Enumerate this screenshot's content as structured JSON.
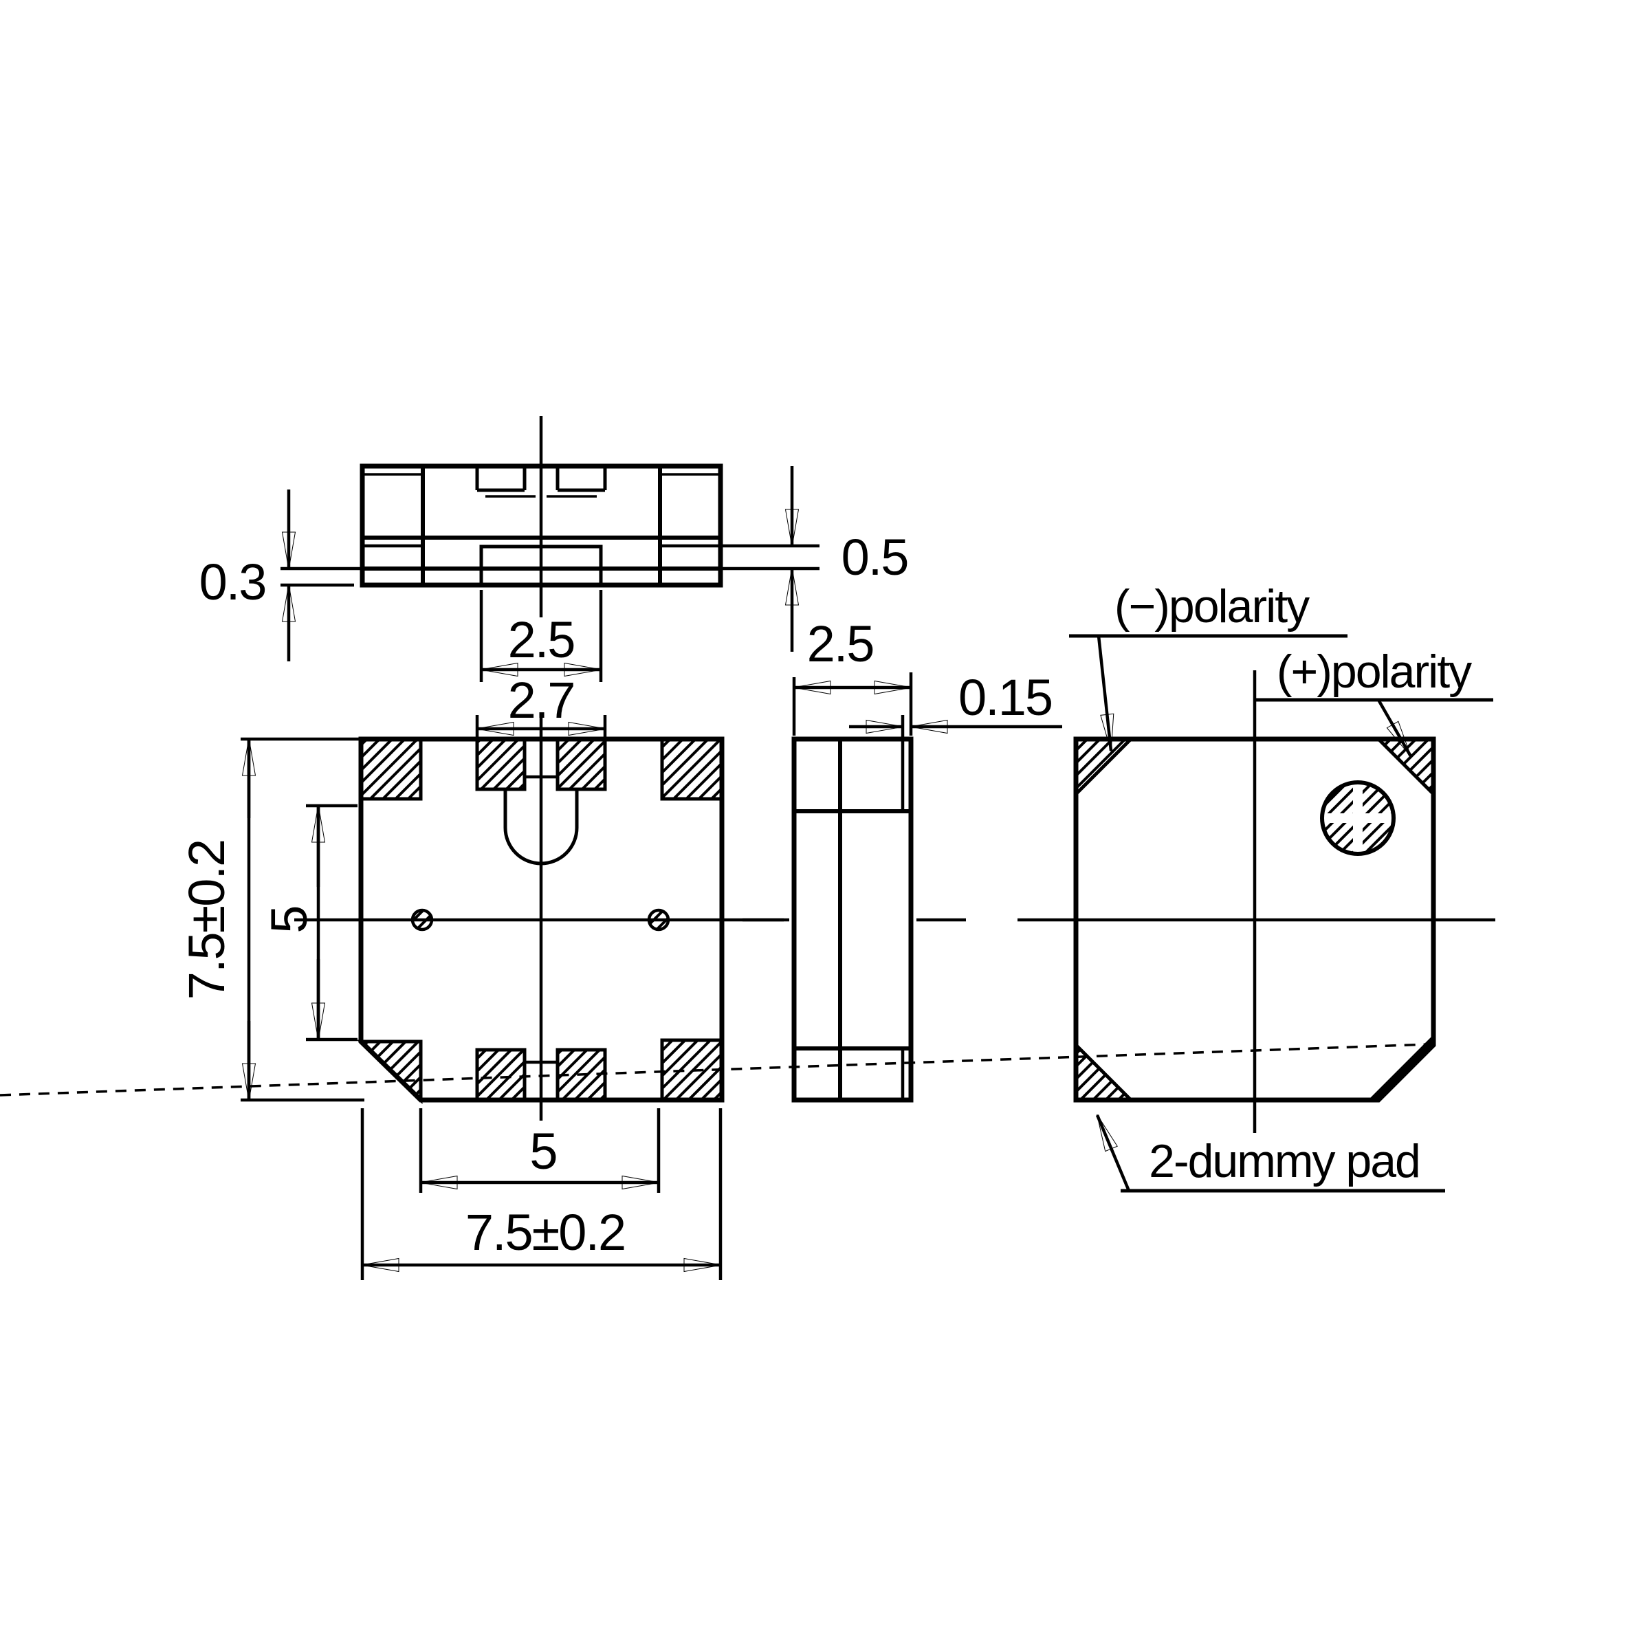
{
  "page": {
    "background": "#ffffff",
    "ink": "#000000",
    "description": "SMD buzzer package dimension drawing with four orthographic views"
  },
  "side_section_view": {
    "dim_pad_protrusion": "0.3",
    "dim_terminal_wrap_height": "0.5",
    "dim_center_pad_width": "2.5"
  },
  "bottom_view": {
    "dim_center_pad_group_width": "2.7",
    "dim_body_height": "7.5±0.2",
    "dim_pad_span_vertical": "5",
    "dim_pad_span_horizontal": "5",
    "dim_body_width": "7.5±0.2"
  },
  "side_view": {
    "dim_depth": "2.5",
    "dim_wall_thickness": "0.15"
  },
  "top_view": {
    "label_negative_polarity": "(−)polarity",
    "label_positive_polarity": "(+)polarity",
    "label_dummy_pad": "2-dummy pad"
  }
}
